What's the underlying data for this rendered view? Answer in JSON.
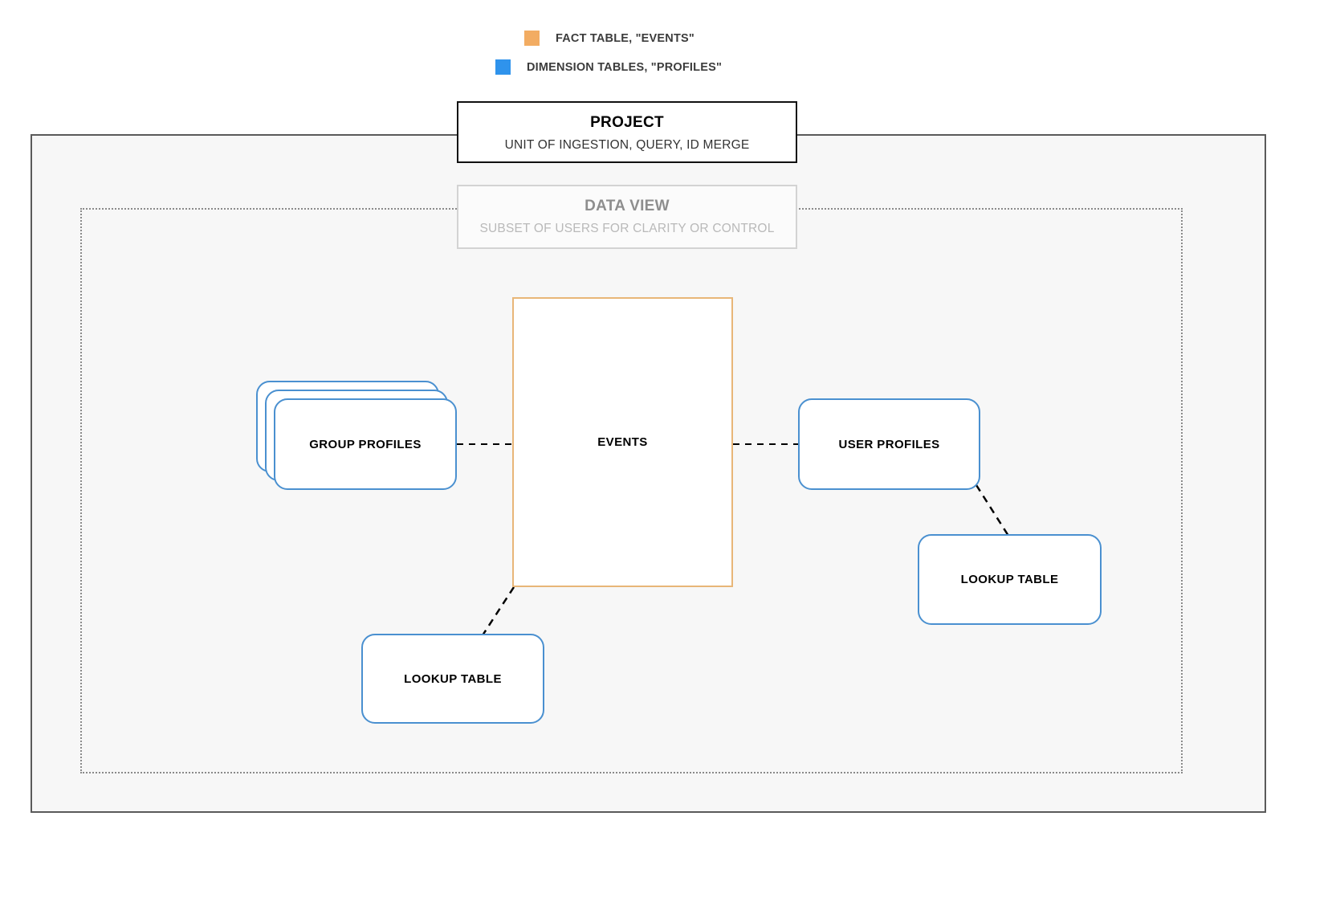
{
  "legend": {
    "items": [
      {
        "label": "FACT TABLE, \"EVENTS\"",
        "color": "#f2ac62",
        "swatch": "fact-table-swatch"
      },
      {
        "label": "DIMENSION TABLES, \"PROFILES\"",
        "color": "#2f93ec",
        "swatch": "dimension-tables-swatch"
      }
    ]
  },
  "project": {
    "title": "PROJECT",
    "subtitle": "UNIT OF INGESTION, QUERY, ID MERGE"
  },
  "data_view": {
    "title": "DATA VIEW",
    "subtitle": "SUBSET OF USERS FOR CLARITY OR CONTROL"
  },
  "nodes": {
    "group_profiles": "GROUP PROFILES",
    "events": "EVENTS",
    "user_profiles": "USER PROFILES",
    "lookup_table_left": "LOOKUP TABLE",
    "lookup_table_right": "LOOKUP TABLE"
  },
  "colors": {
    "fact_border": "#e8b678",
    "dimension_border": "#4a90d0",
    "project_border": "#111111",
    "data_view_border": "#d3d3d3",
    "outer_frame_border": "#5a5a5a",
    "inner_frame_border": "#8a8a8a",
    "outer_frame_fill": "#f7f7f7",
    "connector": "#000000",
    "legend_fact": "#f2ac62",
    "legend_dimension": "#2f93ec"
  }
}
